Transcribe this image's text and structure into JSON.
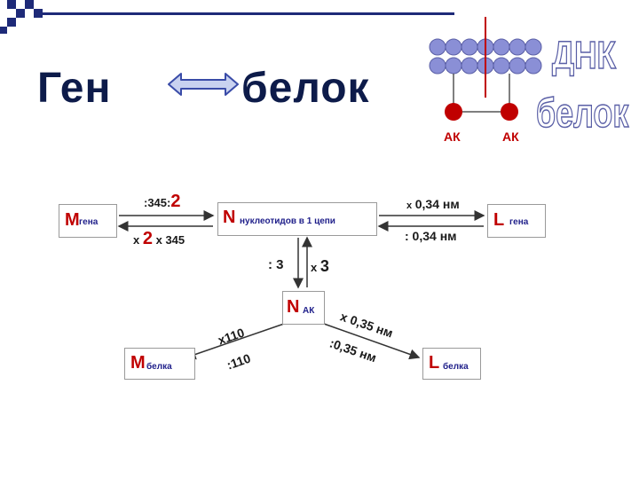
{
  "title": {
    "left": "Ген",
    "right": "белок"
  },
  "dna_panel": {
    "word_top": "ДНК",
    "word_bottom": "белок",
    "ak_left": "АК",
    "ak_right": "АК"
  },
  "nodes": {
    "m_gena": {
      "main": "M",
      "sub": "гена"
    },
    "n_center": {
      "main": "N",
      "sub": "нуклеотидов в 1 цепи"
    },
    "l_gena": {
      "main": "L",
      "sub": "гена"
    },
    "n_ak": {
      "main": "N",
      "sub": "АК"
    },
    "m_belka": {
      "main": "M",
      "sub": "белка"
    },
    "l_belka": {
      "main": "L",
      "sub": "белка"
    }
  },
  "labels": {
    "div345_prefix": ":345:",
    "div345_num": "2",
    "mul_prefix": "x",
    "mul_num": "2",
    "mul_suffix": "x 345",
    "mul034_prefix": "x",
    "mul034_value": "0,34 нм",
    "div034": ": 0,34 нм",
    "div3": ": 3",
    "mul3_prefix": "x",
    "mul3_num": "3",
    "x110": "x110",
    "div110": ":110",
    "x035": "x 0,35 нм",
    "div035": ":0,35 нм"
  },
  "colors": {
    "title": "#0d1b4a",
    "accent_red": "#c00000",
    "sub_blue": "#1f1f8a",
    "arrow_fill": "#c9d2f0",
    "arrow_stroke": "#3a4ca8",
    "circle": "#8a8fd6"
  }
}
